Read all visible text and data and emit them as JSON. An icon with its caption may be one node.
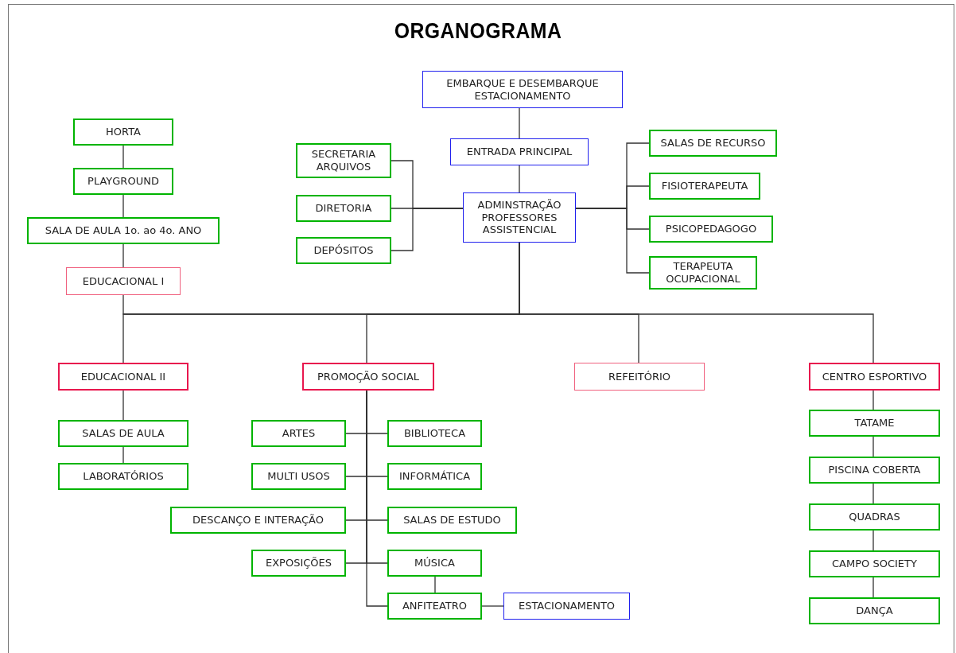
{
  "diagram": {
    "title": "ORGANOGRAMA",
    "nodes": [
      {
        "text": [
          "EMBARQUE E DESEMBARQUE ESTACIONAMENTO"
        ]
      },
      {
        "text": [
          "ENTRADA PRINCIPAL"
        ]
      },
      {
        "text": [
          "ADMINSTRAÇÃO PROFESSORES ASSISTENCIAL"
        ]
      },
      {
        "text": [
          "SECRETARIA ARQUIVOS"
        ]
      },
      {
        "text": [
          "DIRETORIA"
        ]
      },
      {
        "text": [
          "DEPÓSITOS"
        ]
      },
      {
        "text": [
          "SALAS DE RECURSO"
        ]
      },
      {
        "text": [
          "FISIOTERAPEUTA"
        ]
      },
      {
        "text": [
          "PSICOPEDAGOGO"
        ]
      },
      {
        "text": [
          "TERAPEUTA OCUPACIONAL"
        ]
      },
      {
        "text": [
          "HORTA"
        ]
      },
      {
        "text": [
          "PLAYGROUND"
        ]
      },
      {
        "text": [
          "SALA DE AULA 1o. ao 4o. ANO"
        ]
      },
      {
        "text": [
          "EDUCACIONAL I"
        ]
      },
      {
        "text": [
          "EDUCACIONAL II"
        ]
      },
      {
        "text": [
          "PROMOÇÃO SOCIAL"
        ]
      },
      {
        "text": [
          "REFEITÓRIO"
        ]
      },
      {
        "text": [
          "CENTRO ESPORTIVO"
        ]
      },
      {
        "text": [
          "SALAS DE AULA"
        ]
      },
      {
        "text": [
          "LABORATÓRIOS"
        ]
      },
      {
        "text": [
          "ARTES"
        ]
      },
      {
        "text": [
          "BIBLIOTECA"
        ]
      },
      {
        "text": [
          "MULTI USOS"
        ]
      },
      {
        "text": [
          "INFORMÁTICA"
        ]
      },
      {
        "text": [
          "DESCANÇO E INTERAÇÃO"
        ]
      },
      {
        "text": [
          "SALAS DE ESTUDO"
        ]
      },
      {
        "text": [
          "EXPOSIÇÕES"
        ]
      },
      {
        "text": [
          "MÚSICA"
        ]
      },
      {
        "text": [
          "ANFITEATRO"
        ]
      },
      {
        "text": [
          "ESTACIONAMENTO"
        ]
      },
      {
        "text": [
          "TATAME"
        ]
      },
      {
        "text": [
          "PISCINA COBERTA"
        ]
      },
      {
        "text": [
          "QUADRAS"
        ]
      },
      {
        "text": [
          "CAMPO SOCIETY"
        ]
      },
      {
        "text": [
          "DANÇA"
        ]
      }
    ],
    "edges": [
      {
        "from": 0,
        "to": 1,
        "arrow": "none"
      },
      {
        "from": 1,
        "to": 2,
        "arrow": "none"
      },
      {
        "from": 2,
        "to": 3,
        "arrow": "none"
      },
      {
        "from": 2,
        "to": 4,
        "arrow": "none"
      },
      {
        "from": 2,
        "to": 5,
        "arrow": "none"
      },
      {
        "from": 2,
        "to": 6,
        "arrow": "none"
      },
      {
        "from": 2,
        "to": 7,
        "arrow": "none"
      },
      {
        "from": 2,
        "to": 8,
        "arrow": "none"
      },
      {
        "from": 2,
        "to": 9,
        "arrow": "none"
      },
      {
        "from": 10,
        "to": 11,
        "arrow": "none"
      },
      {
        "from": 11,
        "to": 12,
        "arrow": "none"
      },
      {
        "from": 12,
        "to": 13,
        "arrow": "none"
      },
      {
        "from": 2,
        "to": 13,
        "arrow": "none"
      },
      {
        "from": 2,
        "to": 14,
        "arrow": "none"
      },
      {
        "from": 2,
        "to": 15,
        "arrow": "none"
      },
      {
        "from": 2,
        "to": 16,
        "arrow": "none"
      },
      {
        "from": 2,
        "to": 17,
        "arrow": "none"
      },
      {
        "from": 14,
        "to": 18,
        "arrow": "none"
      },
      {
        "from": 18,
        "to": 19,
        "arrow": "none"
      },
      {
        "from": 15,
        "to": 20,
        "arrow": "none"
      },
      {
        "from": 15,
        "to": 21,
        "arrow": "none"
      },
      {
        "from": 15,
        "to": 22,
        "arrow": "none"
      },
      {
        "from": 15,
        "to": 23,
        "arrow": "none"
      },
      {
        "from": 15,
        "to": 24,
        "arrow": "none"
      },
      {
        "from": 15,
        "to": 25,
        "arrow": "none"
      },
      {
        "from": 15,
        "to": 26,
        "arrow": "none"
      },
      {
        "from": 15,
        "to": 27,
        "arrow": "none"
      },
      {
        "from": 15,
        "to": 28,
        "arrow": "none"
      },
      {
        "from": 27,
        "to": 28,
        "arrow": "none"
      },
      {
        "from": 28,
        "to": 29,
        "arrow": "none"
      },
      {
        "from": 17,
        "to": 30,
        "arrow": "none"
      },
      {
        "from": 30,
        "to": 31,
        "arrow": "none"
      },
      {
        "from": 31,
        "to": 32,
        "arrow": "none"
      },
      {
        "from": 32,
        "to": 33,
        "arrow": "none"
      },
      {
        "from": 33,
        "to": 34,
        "arrow": "none"
      }
    ]
  }
}
